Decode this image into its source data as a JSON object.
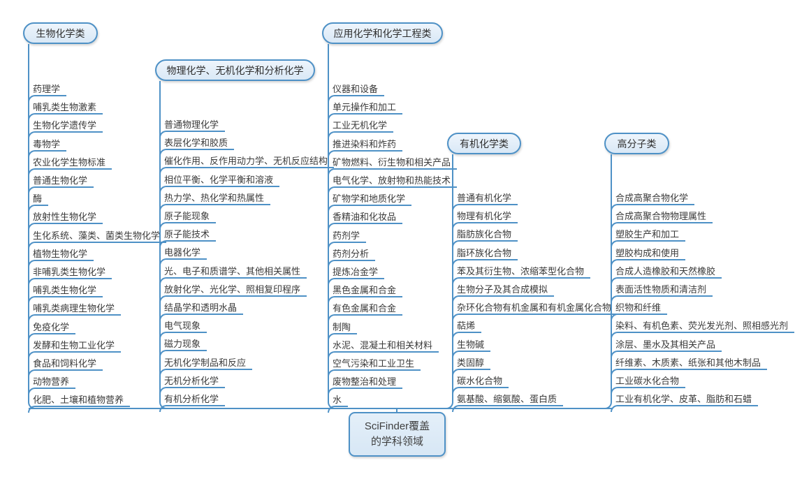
{
  "root_node": {
    "label_line1": "SciFinder覆盖",
    "label_line2": "的学科领域"
  },
  "colors": {
    "line": "#4e91c6",
    "node_fill_top": "#eef5fc",
    "node_fill_bottom": "#d9e8f6",
    "item_text": "#3a3a3a"
  },
  "branches": [
    {
      "label": "生物化学类",
      "items": [
        "药理学",
        "哺乳类生物激素",
        "生物化学遗传学",
        "毒物学",
        "农业化学生物标准",
        "普通生物化学",
        "酶",
        "放射性生物化学",
        "生化系统、藻类、菌类生物化学",
        "植物生物化学",
        "非哺乳类生物化学",
        "哺乳类生物化学",
        "哺乳类病理生物化学",
        "免疫化学",
        "发酵和生物工业化学",
        "食品和饲料化学",
        "动物营养",
        "化肥、土壤和植物营养"
      ]
    },
    {
      "label": "物理化学、无机化学和分析化学",
      "items": [
        "普通物理化学",
        "表层化学和胶质",
        "催化作用、反作用动力学、无机反应结构",
        "相位平衡、化学平衡和溶液",
        "热力学、热化学和热属性",
        "原子能现象",
        "原子能技术",
        "电器化学",
        "光、电子和质谱学、其他相关属性",
        "放射化学、光化学、照相复印程序",
        "结晶学和透明水晶",
        "电气现象",
        "磁力现象",
        "无机化学制品和反应",
        "无机分析化学",
        "有机分析化学"
      ]
    },
    {
      "label": "应用化学和化学工程类",
      "items": [
        "仪器和设备",
        "单元操作和加工",
        "工业无机化学",
        "推进染料和炸药",
        "矿物燃料、衍生物和相关产品",
        "电气化学、放射物和热能技术",
        "矿物学和地质化学",
        "香精油和化妆品",
        "药剂学",
        "药剂分析",
        "提炼冶金学",
        "黑色金属和合金",
        "有色金属和合金",
        "制陶",
        "水泥、混凝土和相关材料",
        "空气污染和工业卫生",
        "废物整治和处理",
        "水"
      ]
    },
    {
      "label": "有机化学类",
      "items": [
        "普通有机化学",
        "物理有机化学",
        "脂肪族化合物",
        "脂环族化合物",
        "苯及其衍生物、浓缩苯型化合物",
        "生物分子及其合成模拟",
        "杂环化合物有机金属和有机金属化合物",
        "萜烯",
        "生物碱",
        "类固醇",
        "碳水化合物",
        "氨基酸、缩氨酸、蛋白质"
      ]
    },
    {
      "label": "高分子类",
      "items": [
        "合成高聚合物化学",
        "合成高聚合物物理属性",
        "塑胶生产和加工",
        "塑胶构成和使用",
        "合成人造橡胶和天然橡胶",
        "表面活性物质和清洁剂",
        "织物和纤维",
        "染料、有机色素、荧光发光剂、照相感光剂",
        "涂层、墨水及其相关产品",
        "纤维素、木质素、纸张和其他木制品",
        "工业碳水化合物",
        "工业有机化学、皮革、脂肪和石蜡"
      ]
    }
  ]
}
